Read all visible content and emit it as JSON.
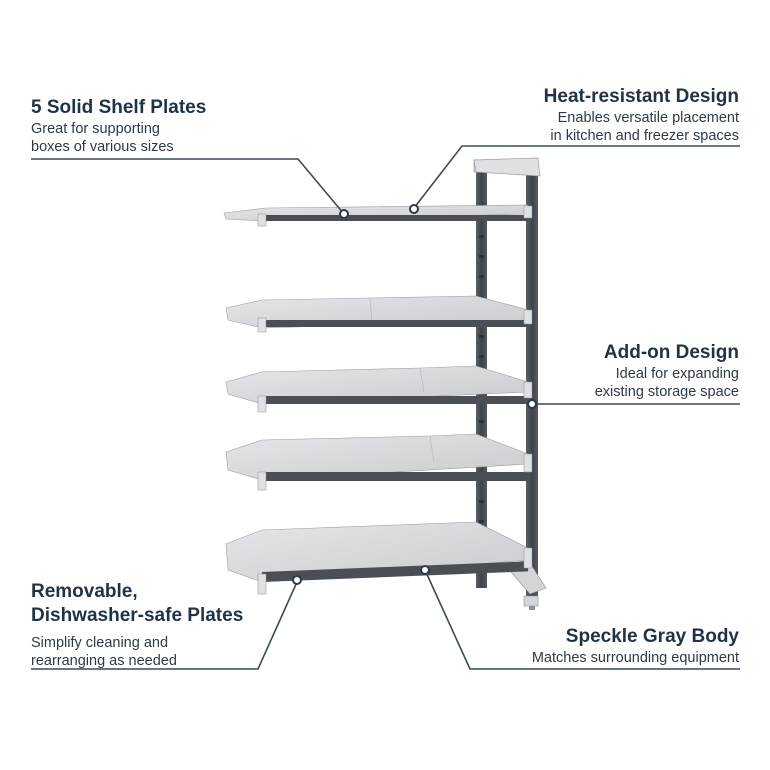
{
  "callouts": {
    "shelf_plates": {
      "title": "5 Solid Shelf Plates",
      "desc_line1": "Great for supporting",
      "desc_line2": "boxes of various sizes"
    },
    "heat_resistant": {
      "title": "Heat-resistant Design",
      "desc_line1": "Enables versatile placement",
      "desc_line2": "in kitchen and freezer spaces"
    },
    "add_on": {
      "title": "Add-on Design",
      "desc_line1": "Ideal for expanding",
      "desc_line2": "existing storage space"
    },
    "removable": {
      "title_line1": "Removable,",
      "title_line2": "Dishwasher-safe Plates",
      "desc_line1": "Simplify cleaning and",
      "desc_line2": "rearranging as needed"
    },
    "speckle": {
      "title": "Speckle Gray Body",
      "desc_line1": "Matches surrounding equipment"
    }
  },
  "colors": {
    "text": "#1f3344",
    "leader_line": "#3a4a57",
    "frame": "#4a4f55",
    "shelf_plate": "#d6d8da",
    "shelf_edge": "#8c9196"
  }
}
